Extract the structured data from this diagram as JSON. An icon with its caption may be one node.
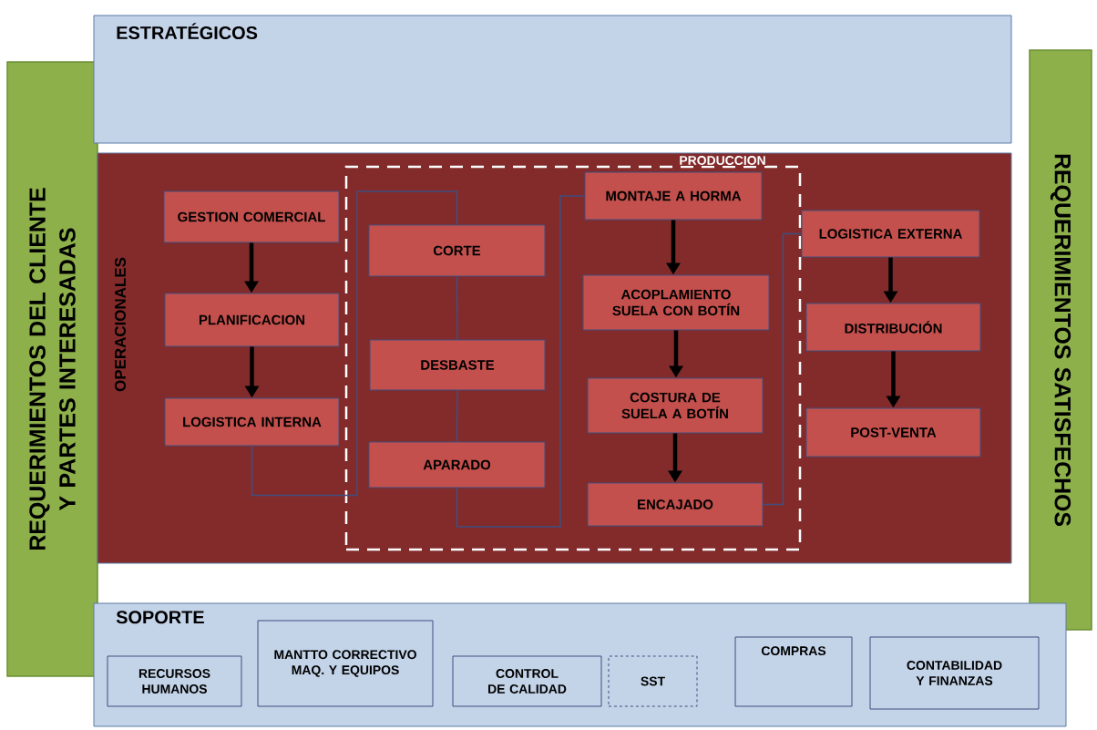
{
  "diagram": {
    "nodes": [
      {
        "text": [
          "REQUERIMIENTOS DEL CLIENTE Y PARTES INTERESADAS"
        ]
      },
      {
        "text": [
          "ESTRATÉGICOS"
        ]
      },
      {
        "text": [
          "OPERACIONALES"
        ]
      },
      {
        "text": [
          "PRODUCCION"
        ],
        "in": 2
      },
      {
        "text": [
          "GESTION COMERCIAL"
        ],
        "in": 2
      },
      {
        "text": [
          "PLANIFICACION"
        ],
        "in": 2
      },
      {
        "text": [
          "LOGISTICA INTERNA"
        ],
        "in": 2
      },
      {
        "text": [
          "CORTE"
        ],
        "in": 3
      },
      {
        "text": [
          "DESBASTE"
        ],
        "in": 3
      },
      {
        "text": [
          "APARADO"
        ],
        "in": 3
      },
      {
        "text": [
          "MONTAJE A HORMA"
        ],
        "in": 3
      },
      {
        "text": [
          "ACOPLAMIENTO SUELA CON BOTÍN"
        ],
        "in": 3
      },
      {
        "text": [
          "COSTURA DE SUELA A BOTÍN"
        ],
        "in": 3
      },
      {
        "text": [
          "ENCAJADO"
        ],
        "in": 3
      },
      {
        "text": [
          "LOGISTICA EXTERNA"
        ],
        "in": 2
      },
      {
        "text": [
          "DISTRIBUCIÓN"
        ],
        "in": 2
      },
      {
        "text": [
          "POST-VENTA"
        ],
        "in": 2
      },
      {
        "text": [
          "REQUERIMIENTOS SATISFECHOS"
        ]
      },
      {
        "text": [
          "SOPORTE"
        ]
      },
      {
        "text": [
          "RECURSOS HUMANOS"
        ],
        "in": 18
      },
      {
        "text": [
          "MANTTO CORRECTIVO MAQ. Y EQUIPOS"
        ],
        "in": 18
      },
      {
        "text": [
          "CONTROL DE CALIDAD"
        ],
        "in": 18
      },
      {
        "text": [
          "SST"
        ],
        "in": 18
      },
      {
        "text": [
          "COMPRAS"
        ],
        "in": 18
      },
      {
        "text": [
          "CONTABILIDAD Y FINANZAS"
        ],
        "in": 18
      }
    ],
    "edges": [
      {
        "from": 4,
        "to": 5,
        "arrow": "to"
      },
      {
        "from": 5,
        "to": 6,
        "arrow": "to"
      },
      {
        "from": 6,
        "to": 7,
        "arrow": "none",
        "color": "#3f4f80"
      },
      {
        "from": 7,
        "to": 8,
        "arrow": "none",
        "color": "#3f4f80"
      },
      {
        "from": 8,
        "to": 9,
        "arrow": "none",
        "color": "#3f4f80"
      },
      {
        "from": 9,
        "to": 10,
        "arrow": "none",
        "color": "#3f4f80"
      },
      {
        "from": 10,
        "to": 11,
        "arrow": "to"
      },
      {
        "from": 11,
        "to": 12,
        "arrow": "to"
      },
      {
        "from": 12,
        "to": 13,
        "arrow": "to"
      },
      {
        "from": 13,
        "to": 14,
        "arrow": "none",
        "color": "#3f4f80"
      },
      {
        "from": 14,
        "to": 15,
        "arrow": "to"
      },
      {
        "from": 15,
        "to": 16,
        "arrow": "to"
      }
    ]
  }
}
